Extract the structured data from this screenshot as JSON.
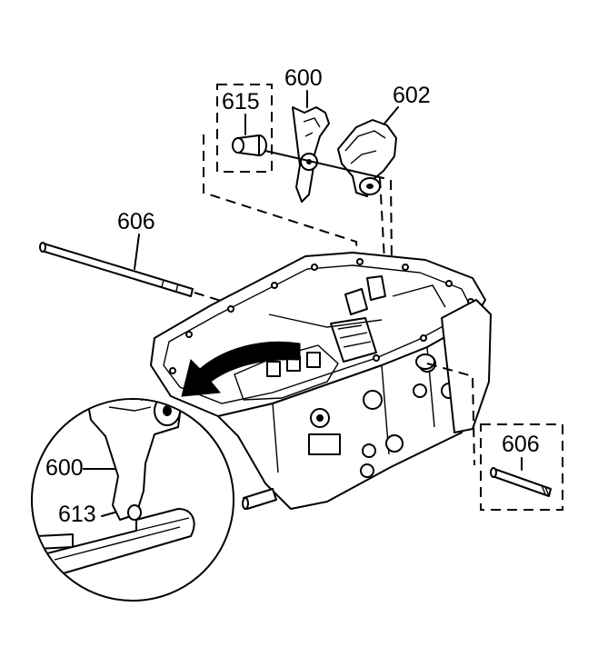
{
  "callouts": {
    "upper_fork": "600",
    "bushing": "615",
    "fork_assembly": "602",
    "rail_left": "606",
    "rail_right": "606",
    "detail_fork": "600",
    "detail_shaft": "613"
  },
  "colors": {
    "ink": "#000000",
    "paper": "#ffffff"
  }
}
